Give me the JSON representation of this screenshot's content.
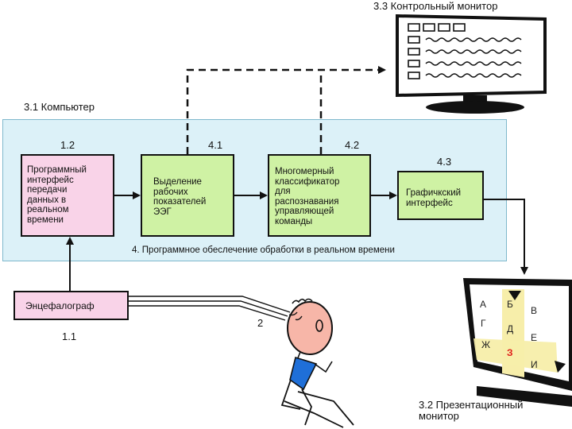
{
  "titles": {
    "computer": "3.1 Компьютер",
    "control_monitor": "3.3 Контрольный монитор",
    "presentation_monitor": "3.2 Презентационный\nмонитор"
  },
  "blocks": {
    "b12": {
      "number": "1.2",
      "label": "Программный\nинтерфейс\nпередачи\nданных в\nреальном\nвремени",
      "color": "#f9d3e8"
    },
    "b41": {
      "number": "4.1",
      "label": "Выделение\nрабочих\nпоказателей\nЭЭГ",
      "color": "#cff2a4"
    },
    "b42": {
      "number": "4.2",
      "label": "Многомерный\nклассификатор\nдля\nраспознавания\nуправляющей\nкоманды",
      "color": "#cff2a4"
    },
    "b43": {
      "number": "4.3",
      "label": "Графичкский\nинтерфейс",
      "color": "#cff2a4"
    },
    "b11": {
      "number": "1.1",
      "label": "Энцефалограф",
      "color": "#f9d3e8"
    }
  },
  "software_caption": "4. Программное обеслечение обработки в  реальном времени",
  "person_number": "2",
  "panel_color": "#dcf1f8",
  "speller": {
    "letters": [
      "А",
      "Б",
      "В",
      "Г",
      "Д",
      "Е",
      "Ж",
      "З",
      "И"
    ],
    "highlight_color": "#f7eeaa",
    "selected_color": "#e0201b"
  }
}
